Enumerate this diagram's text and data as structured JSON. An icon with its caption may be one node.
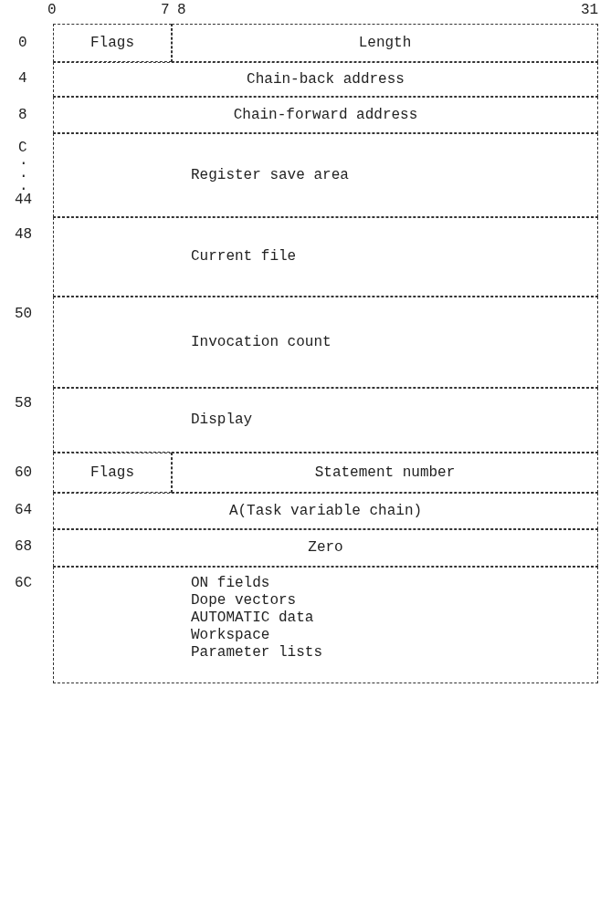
{
  "diagram": {
    "nodes": [
      {
        "text": [
          "Flags"
        ]
      },
      {
        "text": [
          "Length"
        ]
      },
      {
        "text": [
          "Chain-back address"
        ]
      },
      {
        "text": [
          "Chain-forward address"
        ]
      },
      {
        "text": [
          "Register save area"
        ]
      },
      {
        "text": [
          "Current file"
        ]
      },
      {
        "text": [
          "Invocation count"
        ]
      },
      {
        "text": [
          "Display"
        ]
      },
      {
        "text": [
          "Flags"
        ]
      },
      {
        "text": [
          "Statement number"
        ]
      },
      {
        "text": [
          "A(Task variable chain)"
        ]
      },
      {
        "text": [
          "Zero"
        ]
      },
      {
        "text": [
          "ON fields",
          "Dope vectors",
          "AUTOMATIC data",
          "Workspace",
          "Parameter lists"
        ]
      }
    ],
    "labels": [
      "0",
      "7",
      "8",
      "31",
      "0",
      "4",
      "8",
      "C",
      ".",
      ".",
      ".",
      "44",
      "48",
      "50",
      "58",
      "60",
      "64",
      "68",
      "6C"
    ]
  }
}
